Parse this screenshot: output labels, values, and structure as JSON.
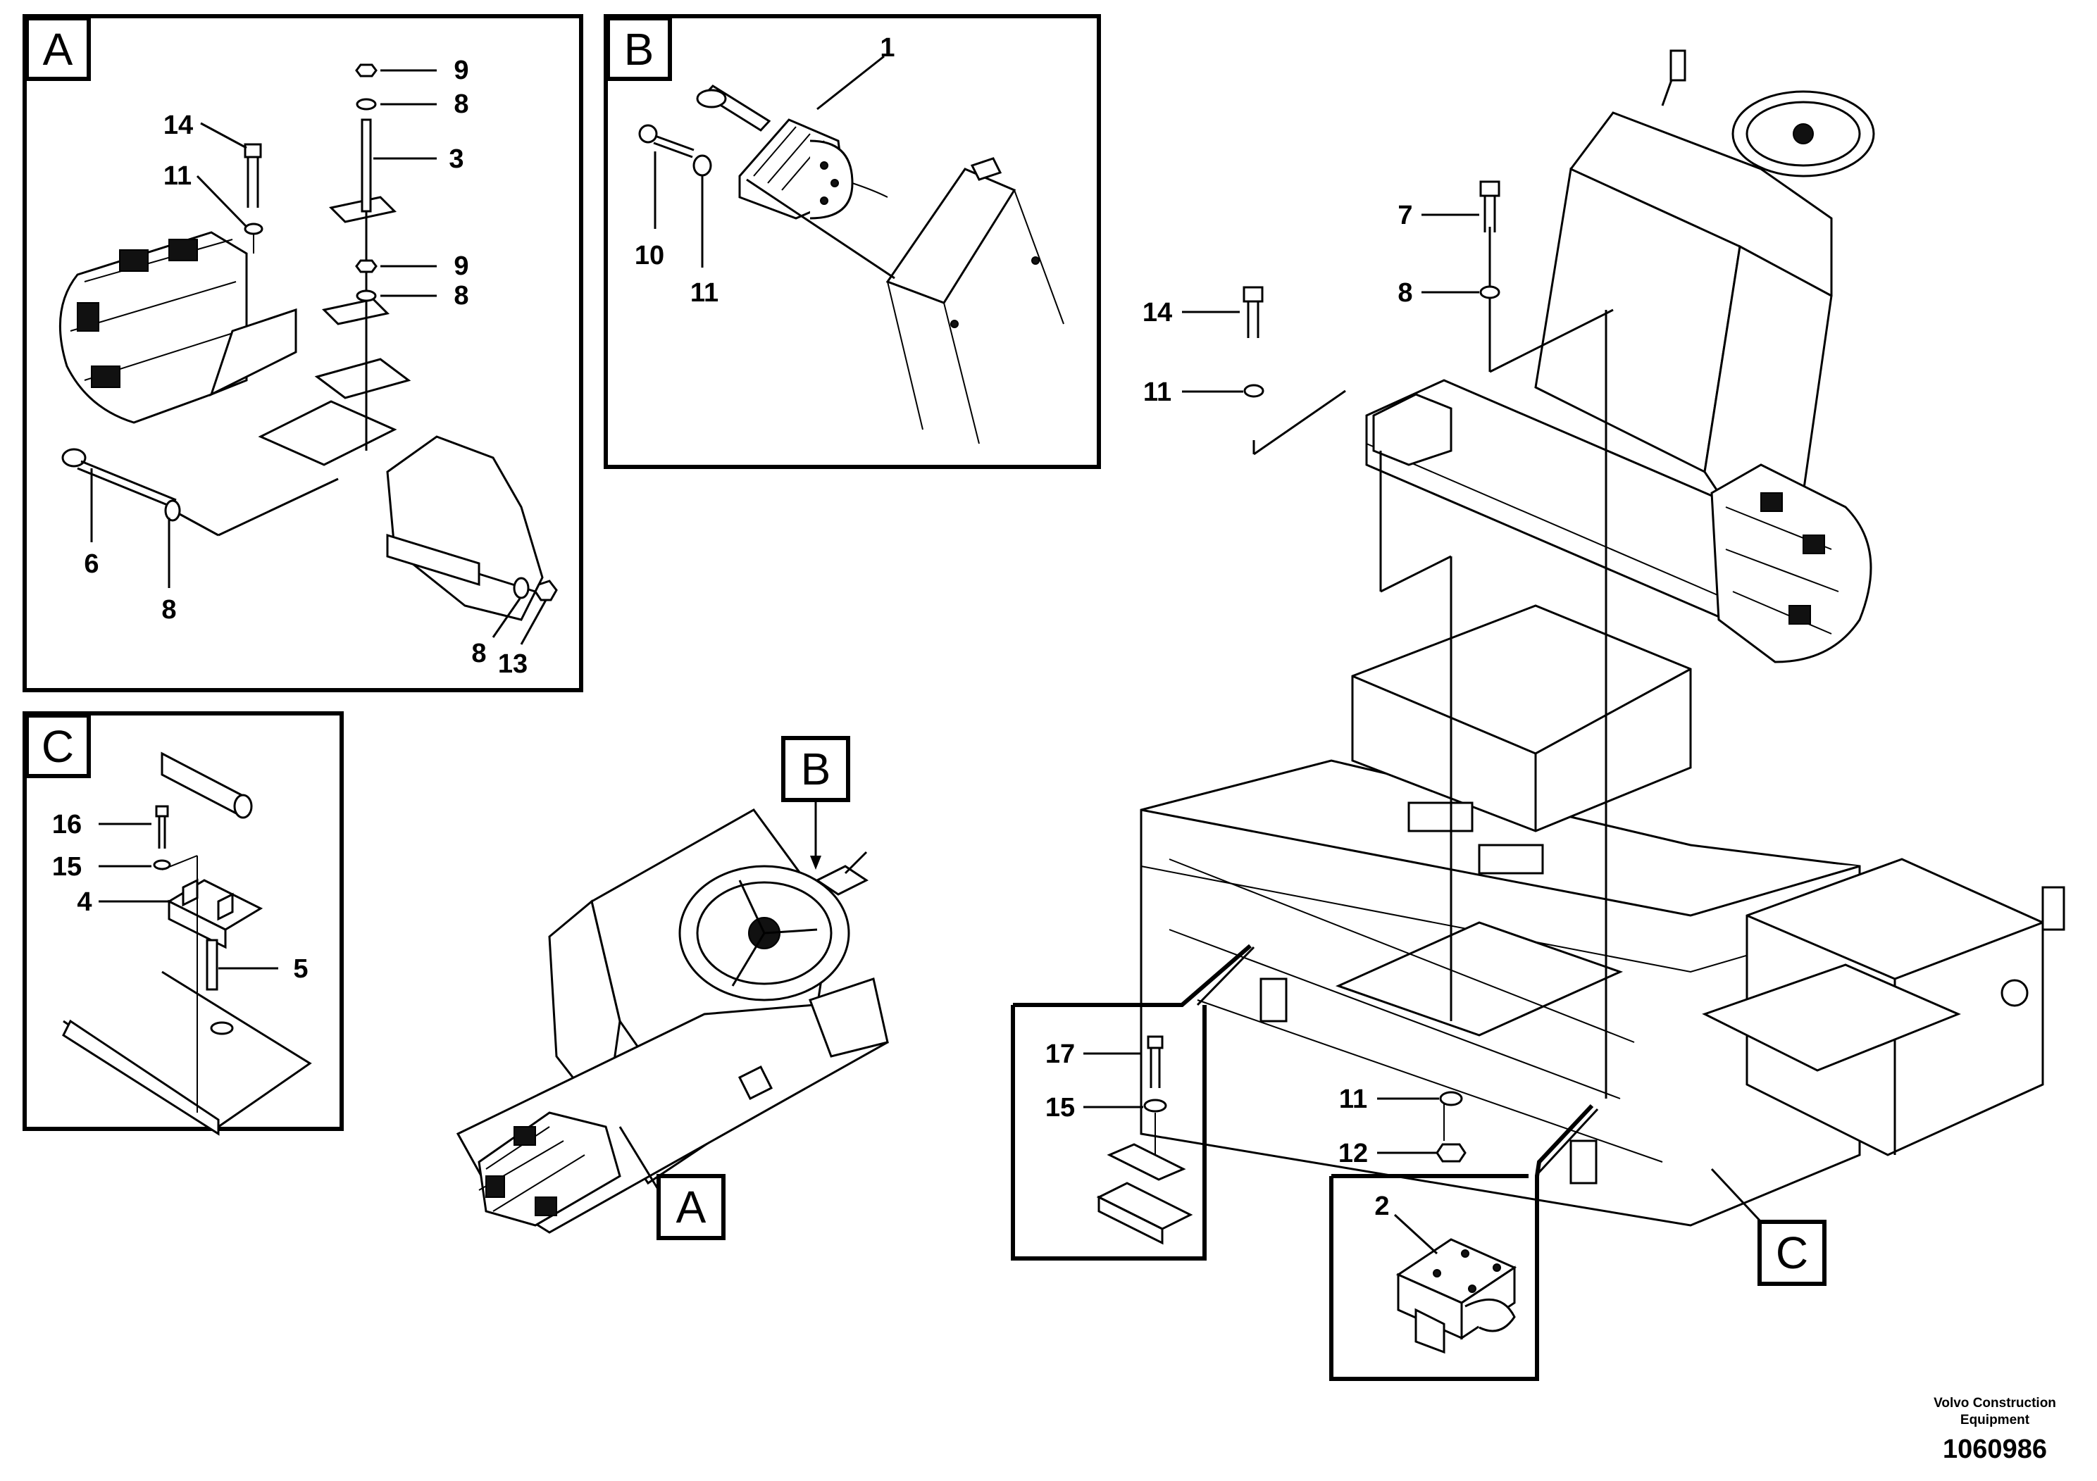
{
  "panels": {
    "A": {
      "letter": "A",
      "callouts": {
        "c14": "14",
        "c11": "11",
        "c9a": "9",
        "c8a": "8",
        "c3": "3",
        "c9b": "9",
        "c8b": "8",
        "c6": "6",
        "c8c": "8",
        "c8d": "8",
        "c13": "13"
      }
    },
    "B": {
      "letter": "B",
      "callouts": {
        "c1": "1",
        "c10": "10",
        "c11": "11"
      }
    },
    "C": {
      "letter": "C",
      "callouts": {
        "c16": "16",
        "c15": "15",
        "c4": "4",
        "c5": "5"
      }
    }
  },
  "overview": {
    "tag_b": "B",
    "tag_a": "A"
  },
  "main": {
    "callouts": {
      "c7": "7",
      "c8": "8",
      "c14": "14",
      "c11a": "11",
      "c11b": "11",
      "c12": "12"
    },
    "tag_c": "C"
  },
  "detail_bracket": {
    "callouts": {
      "c17": "17",
      "c15": "15"
    }
  },
  "detail_guide": {
    "callouts": {
      "c2": "2"
    }
  },
  "footer": {
    "brand_line1": "Volvo Construction",
    "brand_line2": "Equipment",
    "drawing_number": "1060986"
  }
}
